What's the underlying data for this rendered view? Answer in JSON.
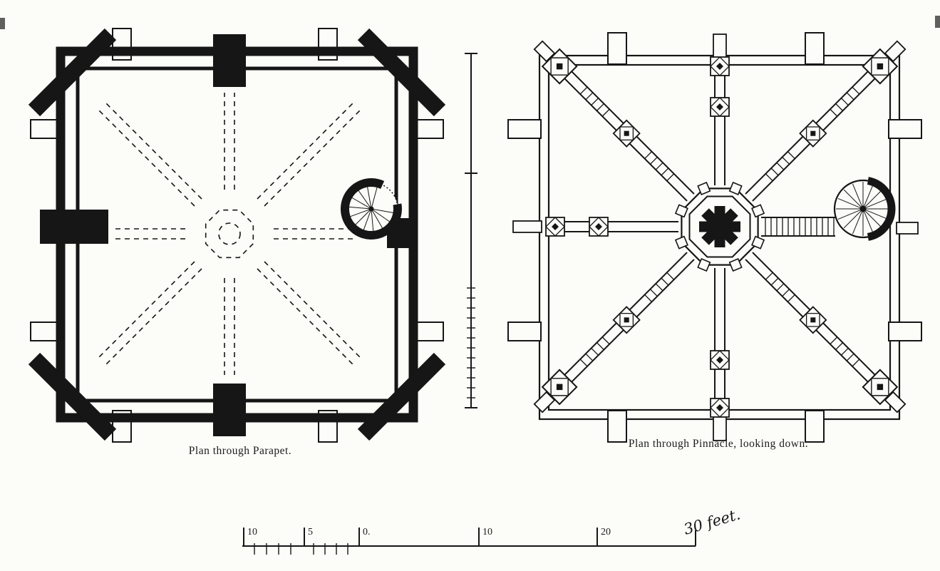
{
  "captions": {
    "left": "Plan through Parapet.",
    "right": "Plan through Pinnacle, looking down."
  },
  "scale_bar": {
    "tick_labels": [
      "10",
      "5",
      "0.",
      "10",
      "20"
    ],
    "end_label": "30 feet."
  },
  "colors": {
    "ink": "#161616",
    "paper": "#fcfcf8"
  }
}
